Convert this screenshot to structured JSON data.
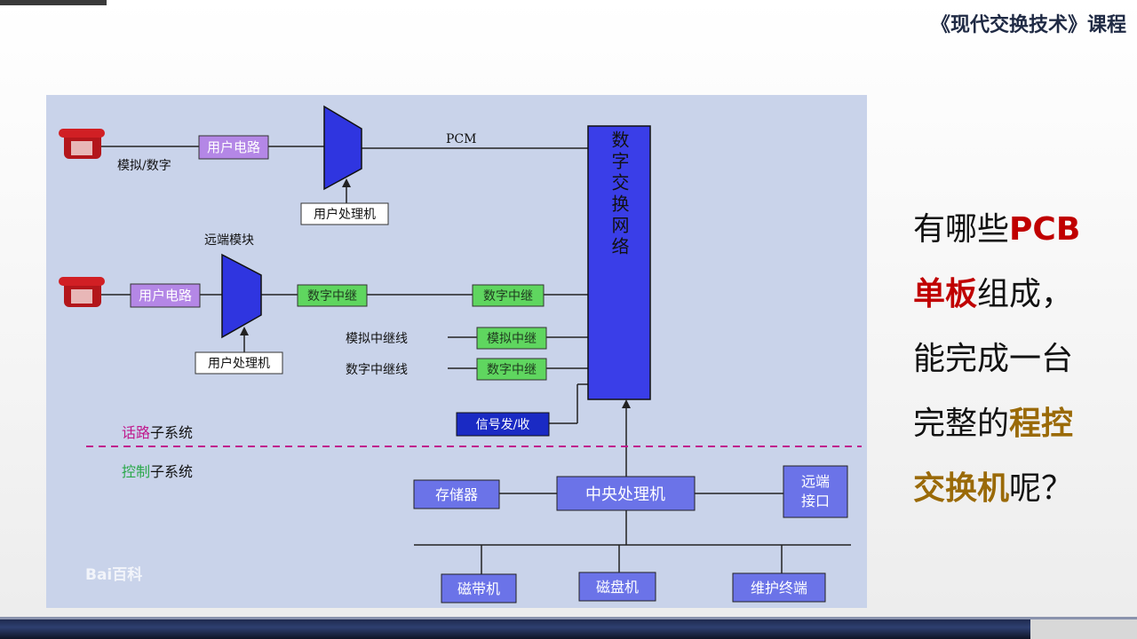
{
  "header": {
    "course_title": "《现代交换技术》课程"
  },
  "diagram": {
    "pcm_label": "PCM",
    "analog_digital_label": "模拟/数字",
    "user_circuit_1": "用户电路",
    "user_processor_1": "用户处理机",
    "remote_module_label": "远端模块",
    "user_circuit_2": "用户电路",
    "user_processor_2": "用户处理机",
    "digital_trunk_remote": "数字中继",
    "digital_trunk_local": "数字中继",
    "analog_trunk_line_label": "模拟中继线",
    "analog_trunk": "模拟中继",
    "digital_trunk_line_label": "数字中继线",
    "digital_trunk_3": "数字中继",
    "signal_box": "信号发/收",
    "switch_network": "数字交换网络",
    "speech_subsystem_prefix": "话路",
    "speech_subsystem_suffix": "子系统",
    "control_subsystem_prefix": "控制",
    "control_subsystem_suffix": "子系统",
    "storage": "存储器",
    "cpu": "中央处理机",
    "remote_interface_1": "远端",
    "remote_interface_2": "接口",
    "tape_drive": "磁带机",
    "disk_drive": "磁盘机",
    "maintenance_terminal": "维护终端",
    "watermark_logo": "Bai百科"
  },
  "question": {
    "line1_a": "有哪些",
    "line1_b": "PCB",
    "line2_a": "单板",
    "line2_b": "组成，",
    "line3": "能完成一台",
    "line4_a": "完整的",
    "line4_b": "程控",
    "line5_a": "交换机",
    "line5_b": "呢？"
  },
  "colors": {
    "diagram_bg": "#c9d3ea",
    "switch_blue": "#3a3ee8",
    "purple_box": "#b487e6",
    "green_box": "#5fd65f",
    "dashed_magenta": "#c0188c",
    "accent_red": "#c00000",
    "accent_gold": "#9a6a08"
  }
}
